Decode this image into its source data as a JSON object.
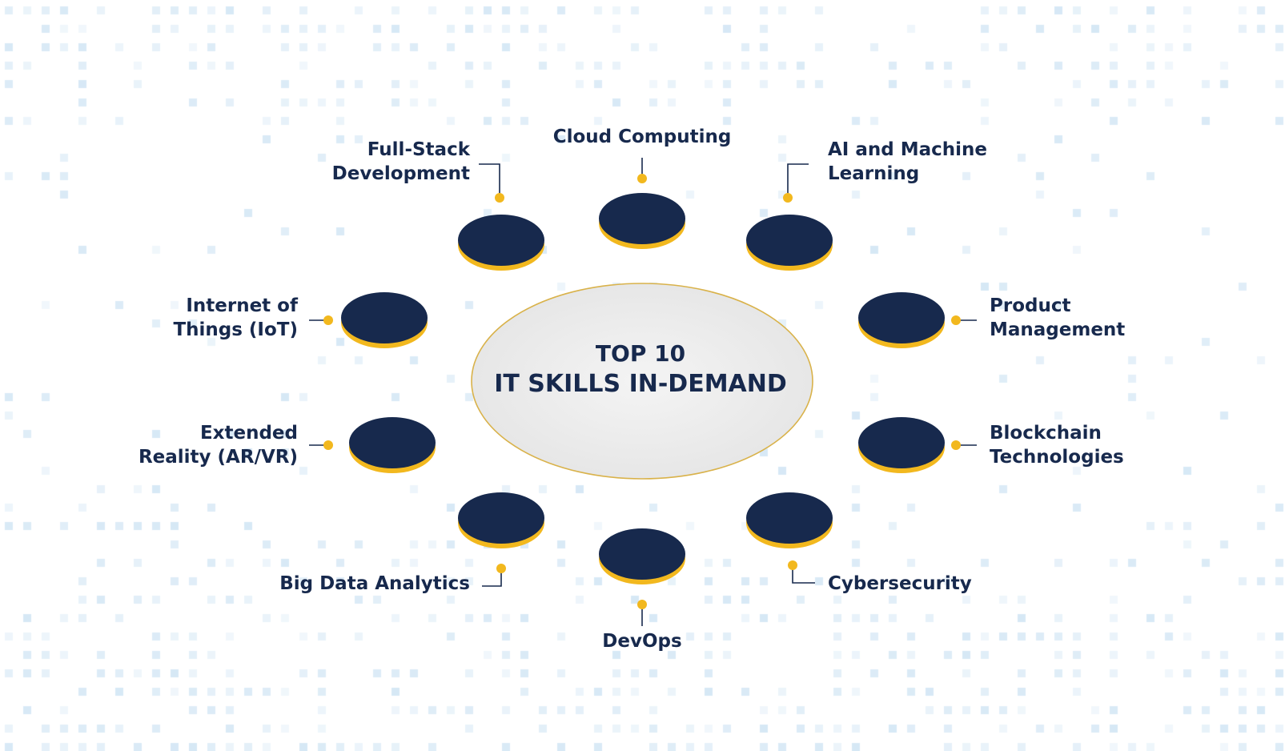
{
  "colors": {
    "navy": "#17294d",
    "gold": "#f2b81e",
    "center_fill": "#ececec",
    "pixel": "#dcebf6"
  },
  "title": {
    "line1": "TOP 10",
    "line2": "IT SKILLS IN-DEMAND"
  },
  "skills": [
    {
      "id": "cloud",
      "lines": [
        "Cloud Computing"
      ]
    },
    {
      "id": "ai",
      "lines": [
        "AI and Machine",
        "Learning"
      ]
    },
    {
      "id": "product",
      "lines": [
        "Product",
        "Management"
      ]
    },
    {
      "id": "blockchain",
      "lines": [
        "Blockchain",
        "Technologies"
      ]
    },
    {
      "id": "cyber",
      "lines": [
        "Cybersecurity"
      ]
    },
    {
      "id": "devops",
      "lines": [
        "DevOps"
      ]
    },
    {
      "id": "bigdata",
      "lines": [
        "Big Data Analytics"
      ]
    },
    {
      "id": "xr",
      "lines": [
        "Extended",
        "Reality (AR/VR)"
      ]
    },
    {
      "id": "iot",
      "lines": [
        "Internet of",
        "Things (IoT)"
      ]
    },
    {
      "id": "fullstack",
      "lines": [
        "Full-Stack",
        "Development"
      ]
    }
  ]
}
